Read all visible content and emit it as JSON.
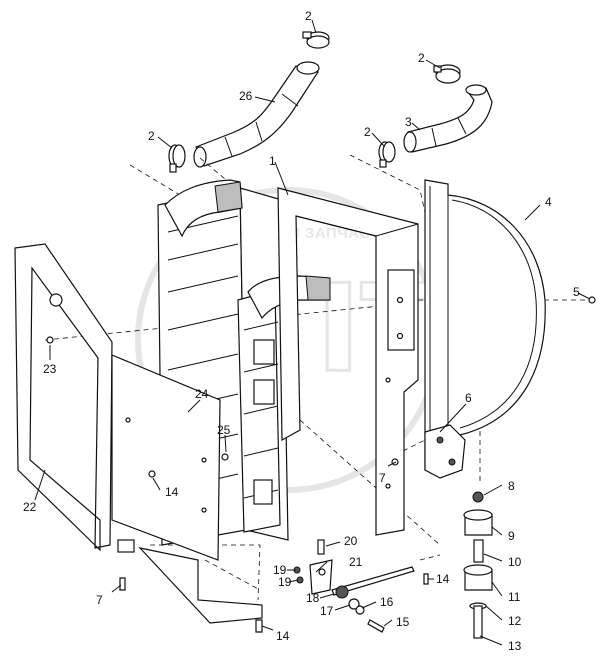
{
  "watermark": {
    "text": "ТЕХНИКА И ЗАПЧАСТИ",
    "logo": "ЗПТ"
  },
  "callouts": [
    {
      "key": "c1",
      "label": "1"
    },
    {
      "key": "c2a",
      "label": "2"
    },
    {
      "key": "c2b",
      "label": "2"
    },
    {
      "key": "c2c",
      "label": "2"
    },
    {
      "key": "c2d",
      "label": "2"
    },
    {
      "key": "c3",
      "label": "3"
    },
    {
      "key": "c4",
      "label": "4"
    },
    {
      "key": "c5",
      "label": "5"
    },
    {
      "key": "c6",
      "label": "6"
    },
    {
      "key": "c7a",
      "label": "7"
    },
    {
      "key": "c7b",
      "label": "7"
    },
    {
      "key": "c8",
      "label": "8"
    },
    {
      "key": "c9",
      "label": "9"
    },
    {
      "key": "c10",
      "label": "10"
    },
    {
      "key": "c11",
      "label": "11"
    },
    {
      "key": "c12",
      "label": "12"
    },
    {
      "key": "c13",
      "label": "13"
    },
    {
      "key": "c14a",
      "label": "14"
    },
    {
      "key": "c14b",
      "label": "14"
    },
    {
      "key": "c14c",
      "label": "14"
    },
    {
      "key": "c15",
      "label": "15"
    },
    {
      "key": "c16",
      "label": "16"
    },
    {
      "key": "c17",
      "label": "17"
    },
    {
      "key": "c18",
      "label": "18"
    },
    {
      "key": "c19a",
      "label": "19"
    },
    {
      "key": "c19b",
      "label": "19"
    },
    {
      "key": "c20",
      "label": "20"
    },
    {
      "key": "c21",
      "label": "21"
    },
    {
      "key": "c22",
      "label": "22"
    },
    {
      "key": "c23",
      "label": "23"
    },
    {
      "key": "c24",
      "label": "24"
    },
    {
      "key": "c25",
      "label": "25"
    },
    {
      "key": "c26",
      "label": "26"
    }
  ]
}
